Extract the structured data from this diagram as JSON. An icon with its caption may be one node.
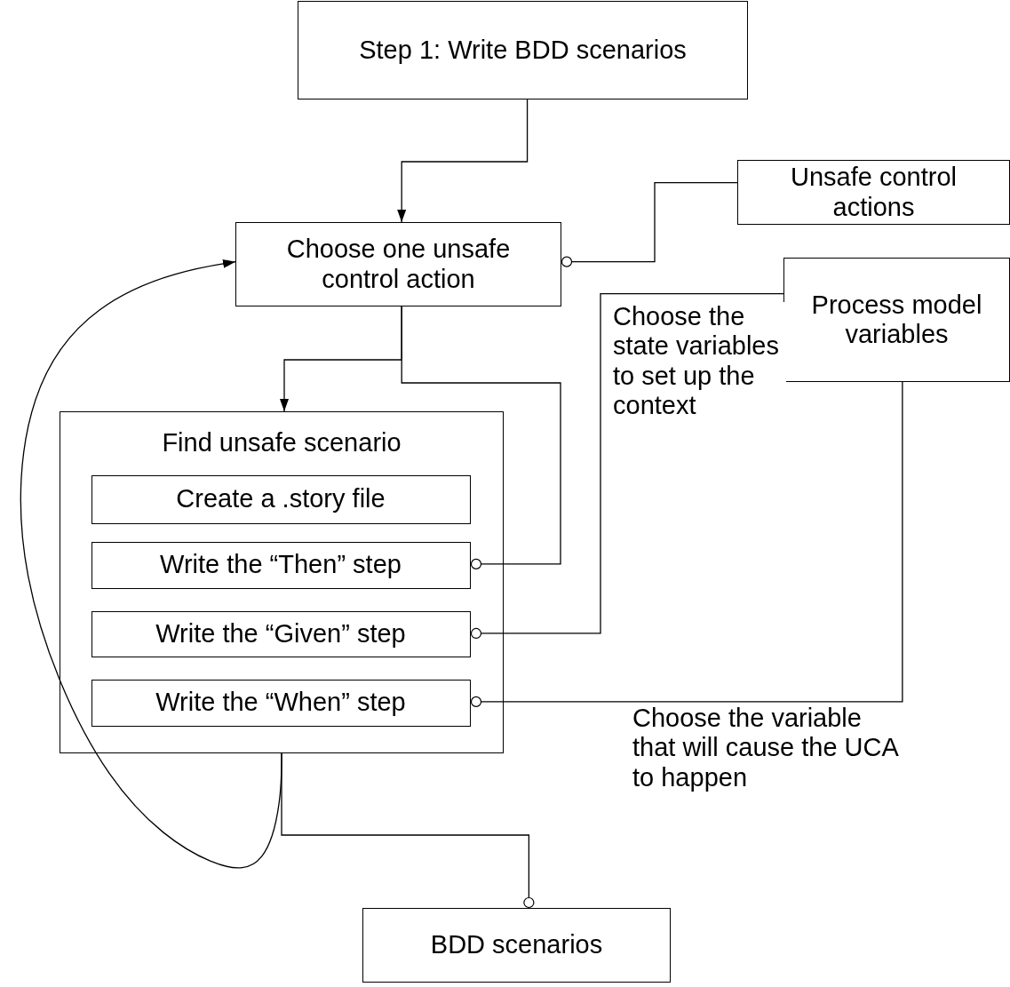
{
  "diagram": {
    "nodes": [
      {
        "text": [
          "Step 1: Write BDD scenarios"
        ]
      },
      {
        "text": [
          "Unsafe control actions"
        ]
      },
      {
        "text": [
          "Choose one unsafe control action"
        ]
      },
      {
        "text": [
          "Process model variables"
        ]
      },
      {
        "text": [
          "Find unsafe scenario"
        ]
      },
      {
        "text": [
          "Create a .story file"
        ],
        "in": 4
      },
      {
        "text": [
          "Write the “Then” step"
        ],
        "in": 4
      },
      {
        "text": [
          "Write the “Given” step"
        ],
        "in": 4
      },
      {
        "text": [
          "Write the “When” step"
        ],
        "in": 4
      },
      {
        "text": [
          "BDD scenarios"
        ]
      }
    ],
    "edges": [
      {
        "from": 0,
        "to": 2,
        "arrow": "to"
      },
      {
        "from": 1,
        "to": 2,
        "arrow": "other"
      },
      {
        "from": 2,
        "to": 4,
        "arrow": "to"
      },
      {
        "from": 2,
        "to": 6,
        "arrow": "other"
      },
      {
        "from": 3,
        "to": 7,
        "arrow": "other",
        "label": "Choose the state variables to set up the context"
      },
      {
        "from": 3,
        "to": 8,
        "arrow": "other",
        "label": "Choose the variable that will cause the UCA to happen"
      },
      {
        "from": 4,
        "to": 2,
        "arrow": "to"
      },
      {
        "from": 4,
        "to": 9,
        "arrow": "other"
      }
    ]
  }
}
